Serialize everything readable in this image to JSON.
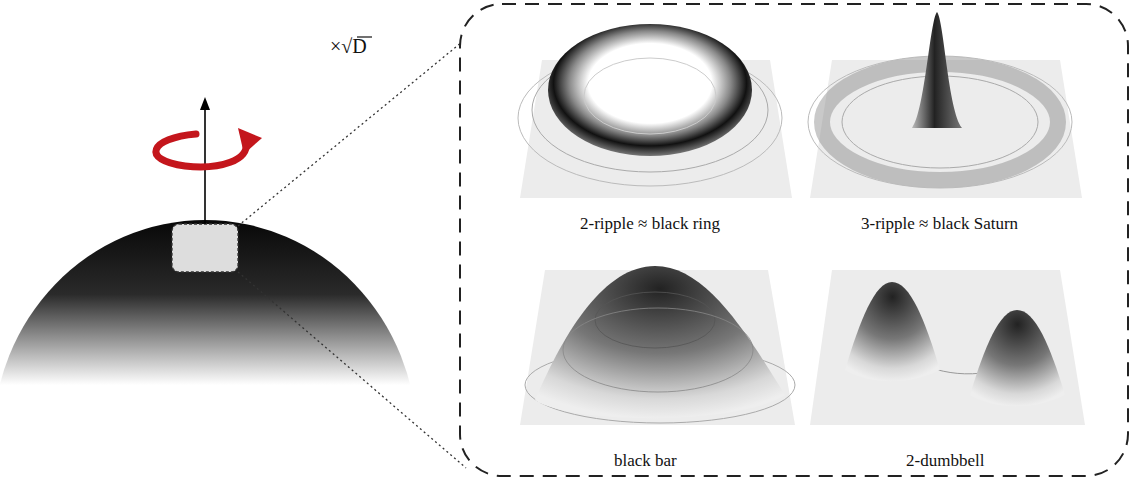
{
  "diagram": {
    "labels": [
      "×√D",
      "2-ripple ≈ black ring",
      "3-ripple ≈ black Saturn",
      "black bar",
      "2-dumbbell"
    ]
  }
}
